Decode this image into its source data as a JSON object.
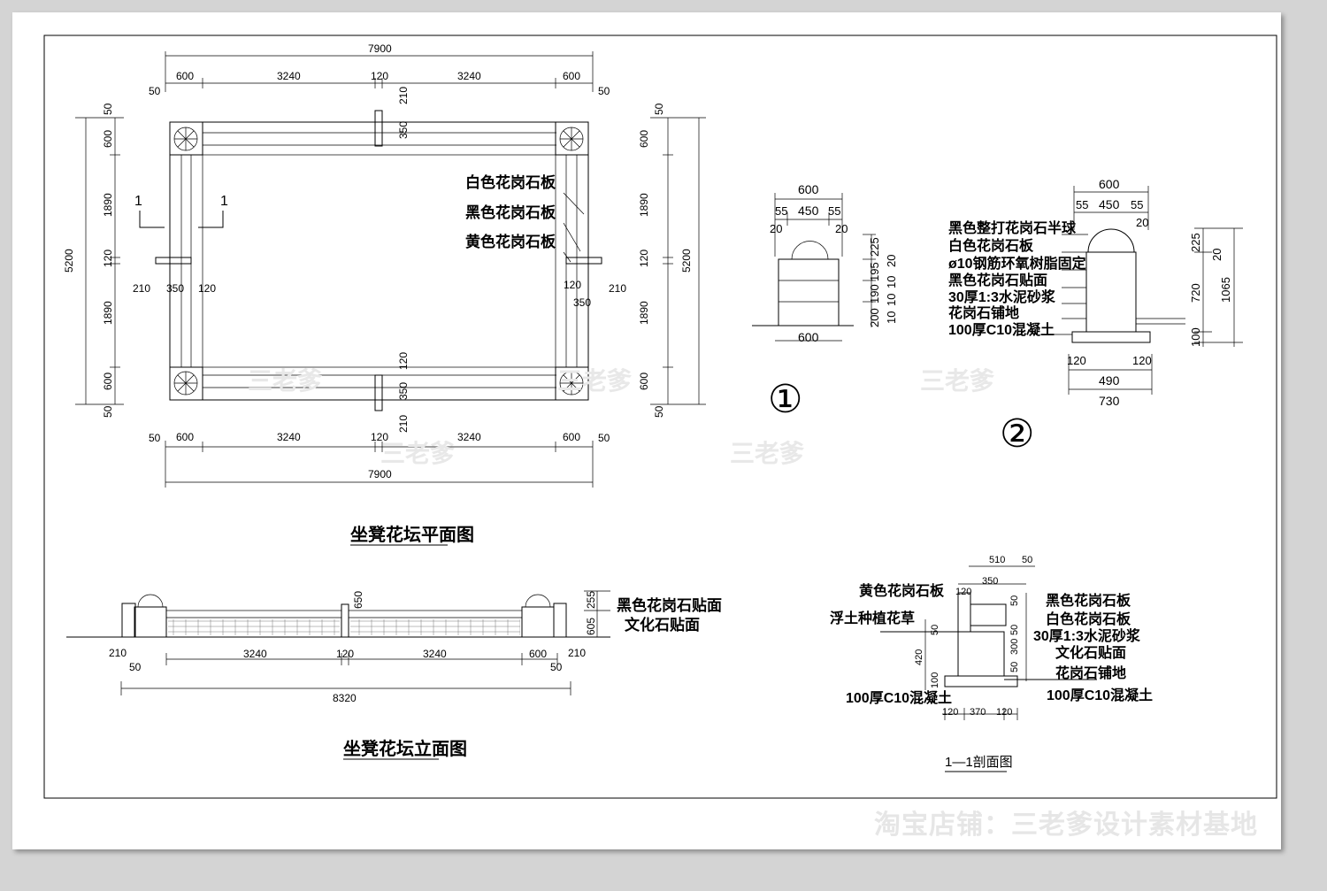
{
  "plan": {
    "title": "坐凳花坛平面图",
    "dims_top": [
      "7900",
      "600",
      "3240",
      "120",
      "3240",
      "600",
      "50",
      "50"
    ],
    "dims_side": [
      "50",
      "600",
      "1890",
      "120",
      "1890",
      "600",
      "50",
      "5200"
    ],
    "misc": [
      "210",
      "350",
      "120",
      "350",
      "120",
      "210"
    ],
    "section_mark": "1",
    "bottom_total": "7900",
    "labels": [
      "白色花岗石板",
      "黑色花岗石板",
      "黄色花岗石板"
    ]
  },
  "detail1": {
    "mark": "①",
    "dims": [
      "600",
      "55",
      "450",
      "55",
      "20",
      "20",
      "600",
      "225",
      "195",
      "190",
      "200",
      "20",
      "10",
      "10",
      "10"
    ]
  },
  "detail2": {
    "mark": "②",
    "dims": [
      "600",
      "55",
      "450",
      "55",
      "20",
      "225",
      "20",
      "720",
      "1065",
      "100",
      "120",
      "120",
      "490",
      "730"
    ],
    "labels": [
      "黑色整打花岗石半球",
      "白色花岗石板",
      "ø10钢筋环氧树脂固定",
      "黑色花岗石贴面",
      "30厚1:3水泥砂浆",
      "花岗石铺地",
      "100厚C10混凝土"
    ]
  },
  "elevation": {
    "title": "坐凳花坛立面图",
    "dims": [
      "210",
      "50",
      "3240",
      "120",
      "3240",
      "600",
      "50",
      "210",
      "8320",
      "255",
      "650",
      "605"
    ],
    "labels": [
      "黑色花岗石贴面",
      "文化石贴面"
    ]
  },
  "section1": {
    "title": "1—1剖面图",
    "dims": [
      "510",
      "50",
      "350",
      "120",
      "50",
      "50",
      "300",
      "50",
      "420",
      "100",
      "120",
      "370",
      "120"
    ],
    "labels_left": [
      "黄色花岗石板",
      "浮土种植花草",
      "100厚C10混凝土"
    ],
    "labels_right": [
      "黑色花岗石板",
      "白色花岗石板",
      "30厚1:3水泥砂浆",
      "文化石贴面",
      "花岗石铺地",
      "100厚C10混凝土"
    ]
  },
  "watermark": "三老爹",
  "shop": "淘宝店铺：三老爹设计素材基地"
}
